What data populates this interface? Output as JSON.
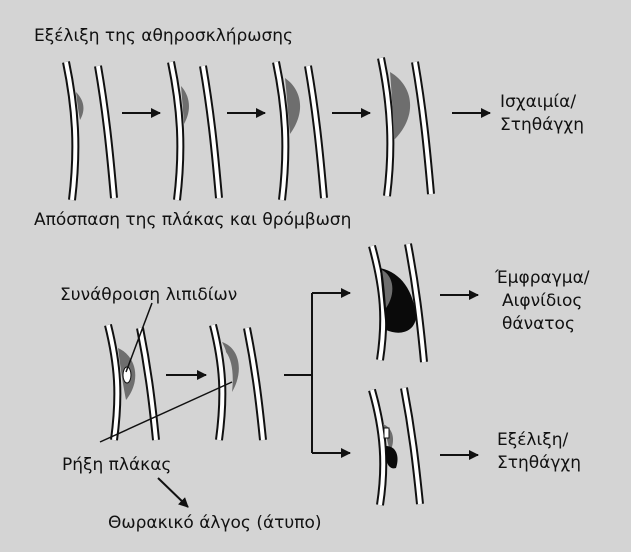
{
  "section1": {
    "title": "Εξέλιξη της αθηροσκλήρωσης",
    "outcome_line1": "Ισχαιμία/",
    "outcome_line2": "Στηθάγχη"
  },
  "section2": {
    "title": "Απόσπαση της πλάκας και θρόμβωση",
    "lipid_label": "Συνάθροιση λιπιδίων",
    "rupture_label": "Ρήξη πλάκας",
    "pain_label": "Θωρακικό άλγος (άτυπο)",
    "upper_outcome_line1": "Έμφραγμα/",
    "upper_outcome_line2": "Αιφνίδιος",
    "upper_outcome_line3": "θάνατος",
    "lower_outcome_line1": "Εξέλιξη/",
    "lower_outcome_line2": "Στηθάγχη"
  },
  "colors": {
    "background": "#d4d4d4",
    "vessel_fill": "#ffffff",
    "outline": "#111111",
    "plaque": "#6e6e6e",
    "thrombus": "#0a0a0a"
  }
}
